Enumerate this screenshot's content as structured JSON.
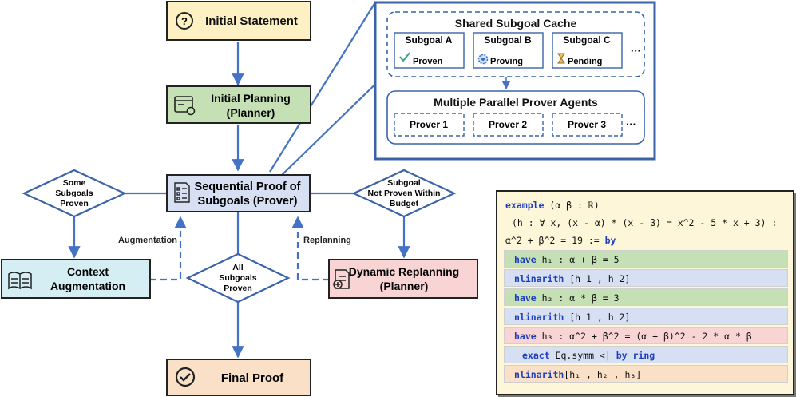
{
  "nodes": {
    "initial_statement": "Initial Statement",
    "initial_planning_1": "Initial Planning",
    "initial_planning_2": "(Planner)",
    "sequential_1": "Sequential Proof of",
    "sequential_2": "Subgoals (Prover)",
    "context_aug_1": "Context",
    "context_aug_2": "Augmentation",
    "dynamic_replan_1": "Dynamic Replanning",
    "dynamic_replan_2": "(Planner)",
    "final_proof": "Final Proof"
  },
  "decisions": {
    "some_subgoals": [
      "Some",
      "Subgoals",
      "Proven"
    ],
    "not_proven": [
      "Subgoal",
      "Not Proven Within",
      "Budget"
    ],
    "all_subgoals": [
      "All",
      "Subgoals",
      "Proven"
    ]
  },
  "edge_labels": {
    "augmentation": "Augmentation",
    "replanning": "Replanning"
  },
  "cache": {
    "title": "Shared Subgoal Cache",
    "items": [
      {
        "name": "Subgoal A",
        "status": "Proven"
      },
      {
        "name": "Subgoal B",
        "status": "Proving"
      },
      {
        "name": "Subgoal C",
        "status": "Pending"
      }
    ],
    "more": "···"
  },
  "provers": {
    "title": "Multiple Parallel Prover Agents",
    "items": [
      "Prover 1",
      "Prover 2",
      "Prover 3"
    ],
    "more": "···"
  },
  "code": {
    "header_kw": "example",
    "header_rest": " (α β : ℝ)",
    "line2": "(h : ∀ x, (x - α) * (x - β) = x^2 - 5 * x + 3) :",
    "line3_rest": "α^2 + β^2 = 19 := ",
    "line3_kw": "by",
    "have1_kw": "have",
    "have1_rest": " h₁ : α + β = 5",
    "nl1_kw": "nlinarith",
    "nl1_rest": " [h 1 , h 2]",
    "have2_kw": "have",
    "have2_rest": " h₂ : α * β = 3",
    "nl2_kw": "nlinarith",
    "nl2_rest": " [h 1 , h 2]",
    "have3_kw": "have",
    "have3_rest": " h₃ : α^2 + β^2 = (α + β)^2 - 2 * α * β",
    "exact_kw": "exact",
    "exact_rest": " Eq.symm <| ",
    "byring_kw": "by ring",
    "nl3_kw": "nlinarith",
    "nl3_rest": "[h₁ , h₂ , h₃]"
  },
  "colors": {
    "arrow": "#4472c4",
    "yellow": "#fdf0c2",
    "green": "#c5e0b4",
    "blue": "#d6e0f2",
    "cyan": "#d4eef4",
    "pink": "#f9d4d4",
    "peach": "#fbe0c8"
  },
  "icons": [
    "question-icon",
    "planner-icon",
    "checklist-icon",
    "book-icon",
    "replan-icon",
    "check-circle-icon",
    "checkmark-icon",
    "gear-icon",
    "hourglass-icon"
  ]
}
